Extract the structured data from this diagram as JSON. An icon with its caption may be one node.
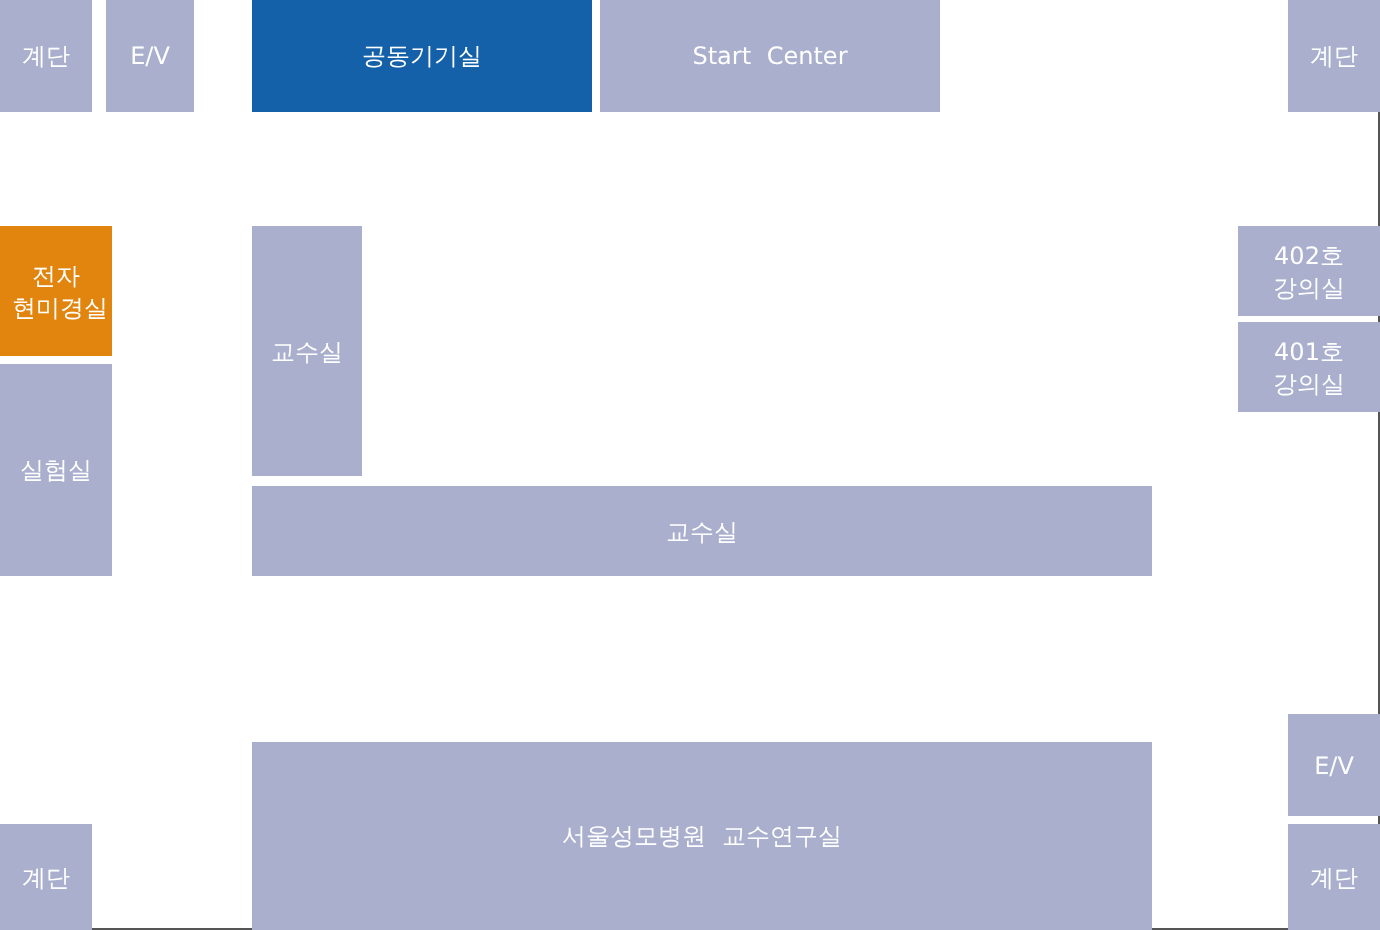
{
  "diagram": {
    "nodes": [
      {
        "text": [
          "계단"
        ]
      },
      {
        "text": [
          "E/V"
        ]
      },
      {
        "text": [
          "공동기기실"
        ]
      },
      {
        "text": [
          "Start Center"
        ]
      },
      {
        "text": [
          "계단"
        ]
      },
      {
        "text": [
          "전자 현미경실"
        ]
      },
      {
        "text": [
          "교수실"
        ]
      },
      {
        "text": [
          "402호 강의실"
        ]
      },
      {
        "text": [
          "401호 강의실"
        ]
      },
      {
        "text": [
          "실험실"
        ]
      },
      {
        "text": [
          "교수실"
        ]
      },
      {
        "text": [
          "E/V"
        ]
      },
      {
        "text": [
          "서울성모병원 교수연구실"
        ]
      },
      {
        "text": [
          "계단"
        ]
      },
      {
        "text": [
          "계단"
        ]
      }
    ]
  }
}
